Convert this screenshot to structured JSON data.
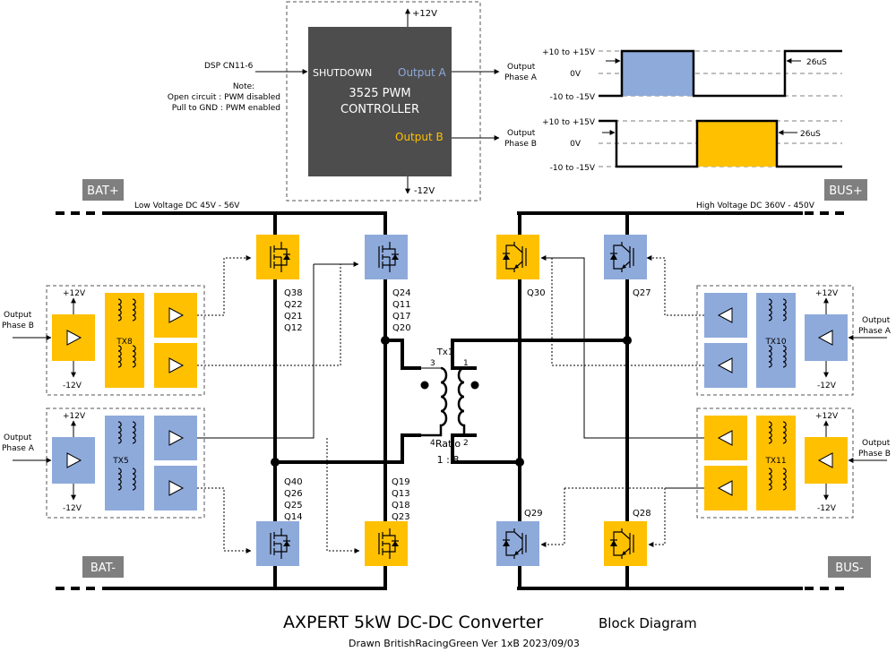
{
  "colors": {
    "blue": "#8eaadb",
    "yellow": "#ffc000",
    "dark": "#4d4d4d",
    "tag": "#7f7f7f"
  },
  "controller": {
    "line1": "3525 PWM",
    "line2": "CONTROLLER",
    "shutdown": "SHUTDOWN",
    "output_a": "Output A",
    "output_b": "Output B",
    "vpos": "+12V",
    "vneg": "-12V",
    "dsp_label": "DSP CN11-6",
    "note_title": "Note:",
    "note_line1": "Open circuit : PWM disabled",
    "note_line2": "Pull to GND : PWM enabled",
    "out_a_label_1": "Output",
    "out_a_label_2": "Phase A",
    "out_b_label_1": "Output",
    "out_b_label_2": "Phase B"
  },
  "waveforms": {
    "a": {
      "vhigh": "+10 to +15V",
      "vzero": "0V",
      "vlow": "-10 to -15V",
      "dead": "26uS"
    },
    "b": {
      "vhigh": "+10 to +15V",
      "vzero": "0V",
      "vlow": "-10 to -15V",
      "dead": "26uS"
    }
  },
  "rails": {
    "bat_pos": "BAT+",
    "bat_neg": "BAT-",
    "bus_pos": "BUS+",
    "bus_neg": "BUS-",
    "low_voltage": "Low  Voltage DC 45V - 56V",
    "high_voltage": "High Voltage DC 360V - 450V"
  },
  "transistors": {
    "q_tl": [
      "Q38",
      "Q22",
      "Q21",
      "Q12"
    ],
    "q_tm": [
      "Q24",
      "Q11",
      "Q17",
      "Q20"
    ],
    "q_bl": [
      "Q40",
      "Q26",
      "Q25",
      "Q14"
    ],
    "q_bm": [
      "Q19",
      "Q13",
      "Q18",
      "Q23"
    ],
    "q30": "Q30",
    "q27": "Q27",
    "q29": "Q29",
    "q28": "Q28"
  },
  "transformer": {
    "name": "Tx1",
    "pin3": "3",
    "pin4": "4",
    "pin1": "1",
    "pin2": "2",
    "ratio_label": "Ratio",
    "ratio_value": "1 : 8"
  },
  "driver_boxes": {
    "lt": {
      "tx": "TX8",
      "vpos": "+12V",
      "vneg": "-12V",
      "in1": "Output",
      "in2": "Phase B"
    },
    "lb": {
      "tx": "TX5",
      "vpos": "+12V",
      "vneg": "-12V",
      "in1": "Output",
      "in2": "Phase A"
    },
    "rt": {
      "tx": "TX10",
      "vpos": "+12V",
      "vneg": "-12V",
      "in1": "Output",
      "in2": "Phase A"
    },
    "rb": {
      "tx": "TX11",
      "vpos": "+12V",
      "vneg": "-12V",
      "in1": "Output",
      "in2": "Phase B"
    }
  },
  "title": {
    "main": "AXPERT 5kW  DC-DC Converter",
    "suffix": "Block Diagram",
    "credit": "Drawn BritishRacingGreen Ver 1xB 2023/09/03"
  }
}
